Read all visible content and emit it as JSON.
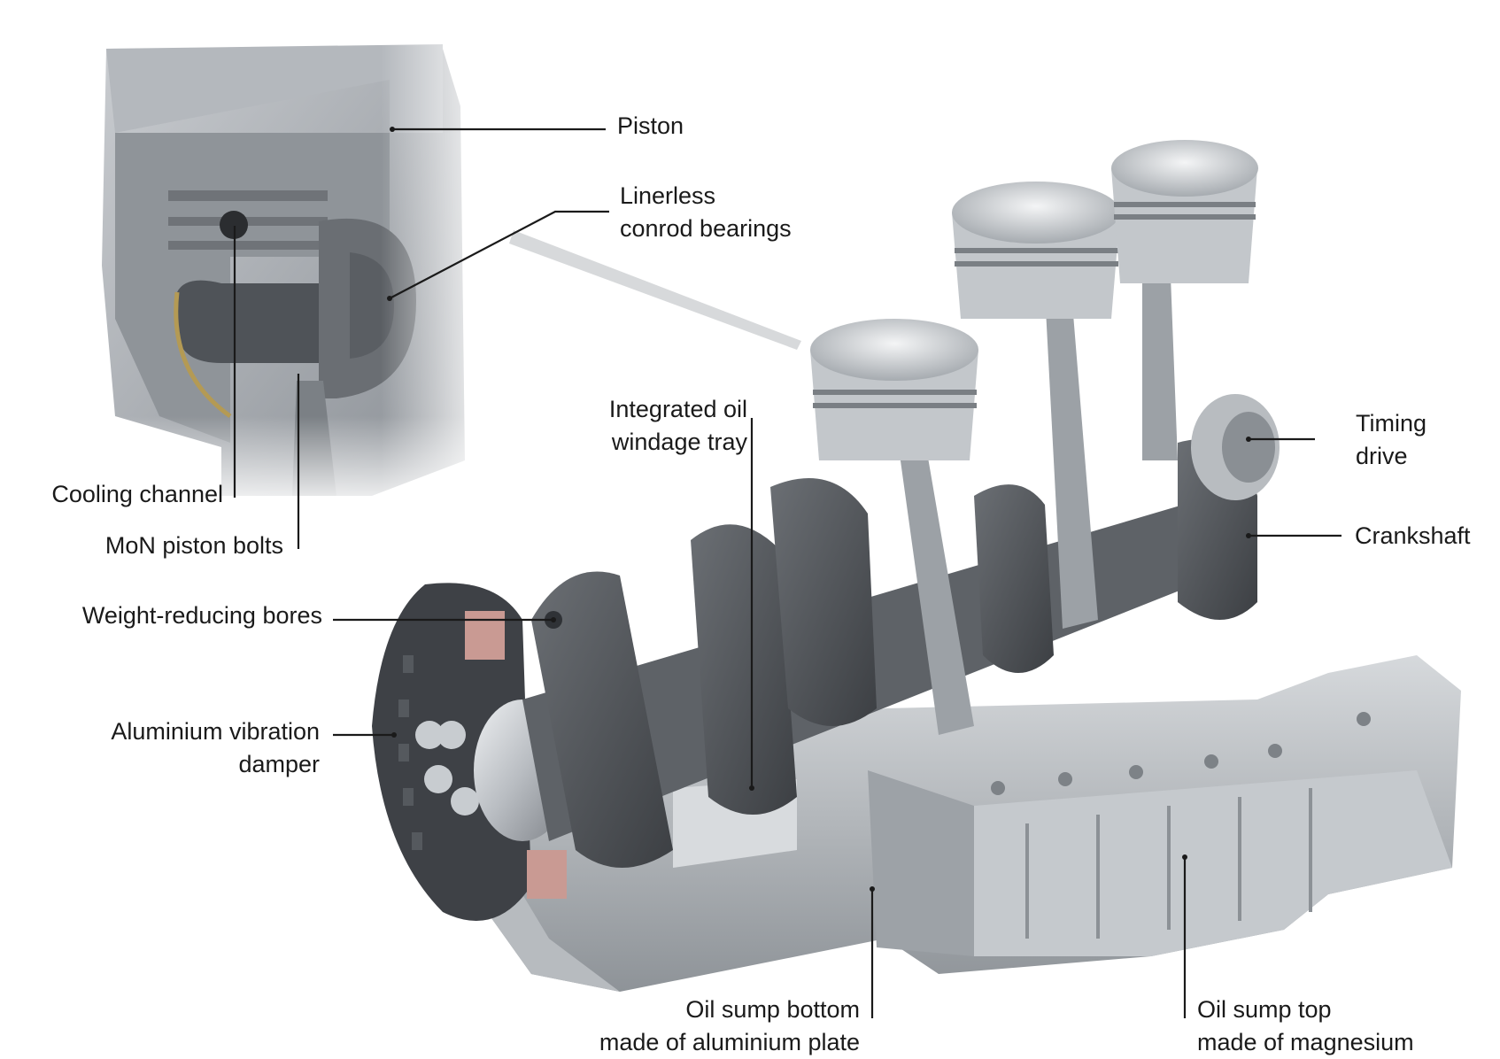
{
  "labels": {
    "piston": "Piston",
    "linerless_line1": "Linerless",
    "linerless_line2": "conrod bearings",
    "integrated_line1": "Integrated oil",
    "integrated_line2": "windage tray",
    "timing_line1": "Timing",
    "timing_line2": "drive",
    "crankshaft": "Crankshaft",
    "cooling_channel": "Cooling channel",
    "mon_piston_bolts": "MoN piston bolts",
    "weight_reducing_bores": "Weight-reducing bores",
    "damper_line1": "Aluminium vibration",
    "damper_line2": "damper",
    "sump_bottom_line1": "Oil sump bottom",
    "sump_bottom_line2": "made of aluminium plate",
    "sump_top_line1": "Oil sump top",
    "sump_top_line2": "made of magnesium"
  },
  "colors": {
    "background": "#ffffff",
    "text": "#1a1a1a",
    "metal_light": "#d9dcdf",
    "metal_mid": "#a3a8ad",
    "metal_dark": "#5d6166",
    "crank_dark": "#4a4d52",
    "damper_pad": "#c99a93"
  }
}
